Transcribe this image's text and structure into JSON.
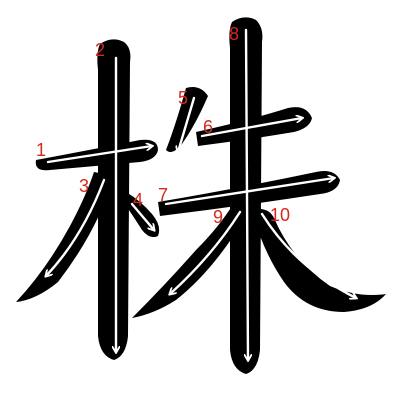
{
  "character": {
    "glyph": "株",
    "stroke_count": 10,
    "ink_color": "#000000",
    "guide_color": "#ffffff",
    "number_color": "#d42a1e"
  },
  "stroke_numbers": [
    "1",
    "2",
    "3",
    "4",
    "5",
    "6",
    "7",
    "8",
    "9",
    "10"
  ]
}
